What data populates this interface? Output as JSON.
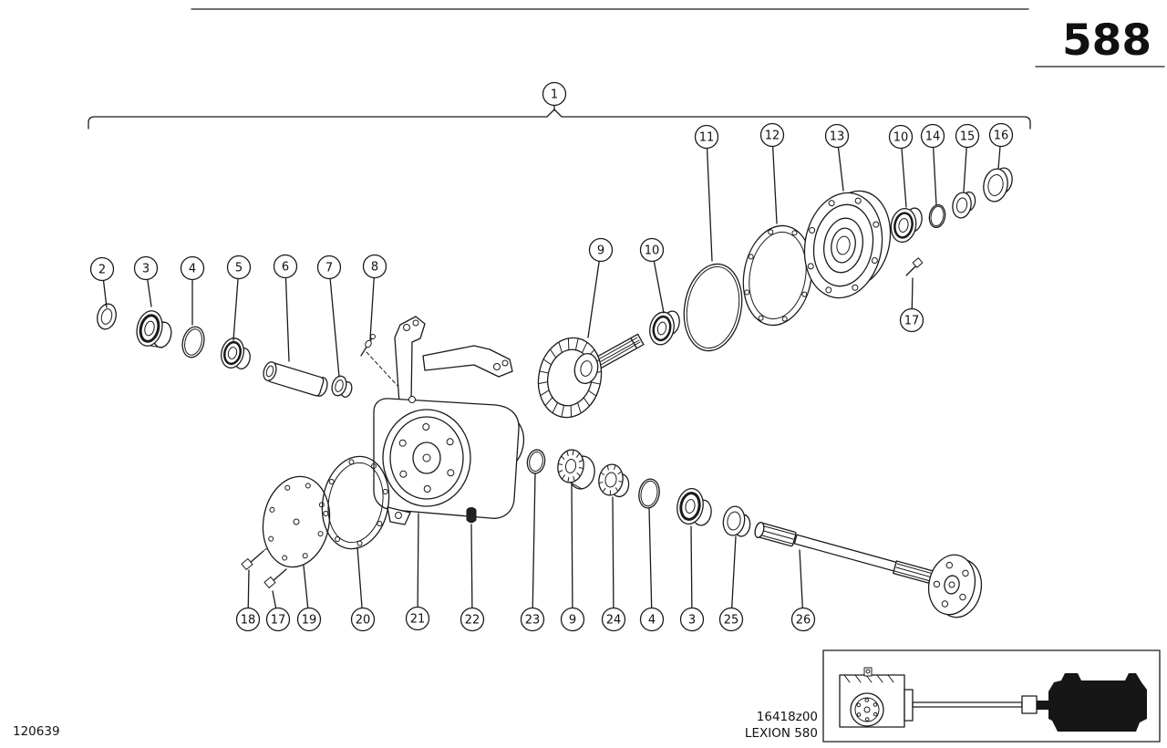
{
  "page": {
    "page_number": "588",
    "doc_number": "120639",
    "drawing_code": "16418z00",
    "model": "LEXION 580"
  },
  "diagram": {
    "assembly_callout": "1",
    "callouts": [
      "2",
      "3",
      "4",
      "5",
      "6",
      "7",
      "8",
      "9",
      "10",
      "11",
      "12",
      "13",
      "10",
      "14",
      "15",
      "16",
      "17",
      "18",
      "17",
      "19",
      "20",
      "21",
      "22",
      "23",
      "9",
      "24",
      "4",
      "3",
      "25",
      "26"
    ]
  },
  "colors": {
    "line": "#1a1a1a",
    "background": "#ffffff",
    "silhouette": "#161616"
  }
}
